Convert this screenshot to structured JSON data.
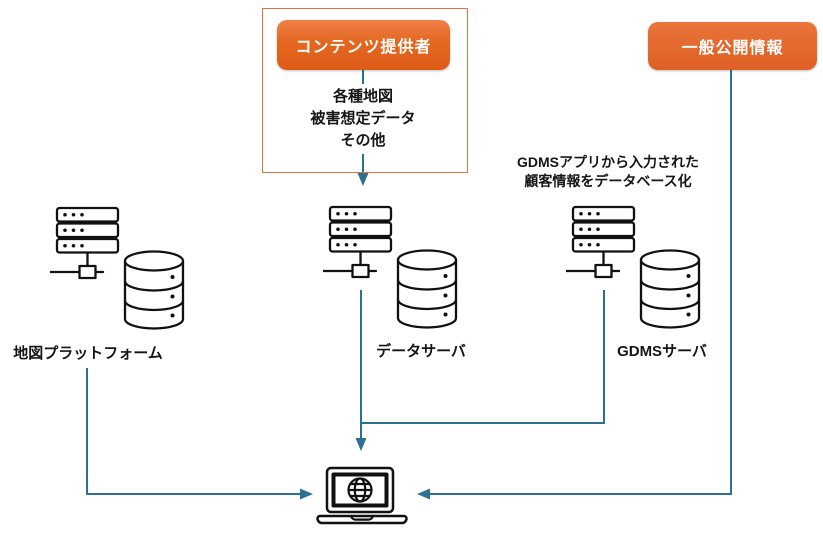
{
  "colors": {
    "accent_orange": "#e2631f",
    "frame_border_orange": "#e2743f",
    "connector_teal": "#2c7093",
    "icon_stroke": "#111111"
  },
  "provider_box": {
    "button_label": "コンテンツ提供者",
    "items": [
      "各種地図",
      "被害想定データ",
      "その他"
    ]
  },
  "public_info": {
    "button_label": "一般公開情報"
  },
  "gdms_note": {
    "line1": "GDMSアプリから入力された",
    "line2": "顧客情報をデータベース化"
  },
  "servers": [
    {
      "id": "map-platform",
      "label": "地図プラットフォーム",
      "icon": "server-rack-database-icon"
    },
    {
      "id": "data-server",
      "label": "データサーバ",
      "icon": "server-rack-database-icon"
    },
    {
      "id": "gdms-server",
      "label": "GDMSサーバ",
      "icon": "server-rack-database-icon"
    }
  ],
  "client": {
    "icon": "laptop-globe-icon"
  },
  "connections": [
    {
      "from": "content-provider",
      "to": "data-server",
      "arrow": true
    },
    {
      "from": "map-platform",
      "to": "client",
      "arrow": true
    },
    {
      "from": "data-server",
      "to": "client",
      "arrow": true
    },
    {
      "from": "gdms-server",
      "to": "data-server-to-client-line",
      "arrow": false
    },
    {
      "from": "public-info",
      "to": "client",
      "arrow": true
    }
  ]
}
